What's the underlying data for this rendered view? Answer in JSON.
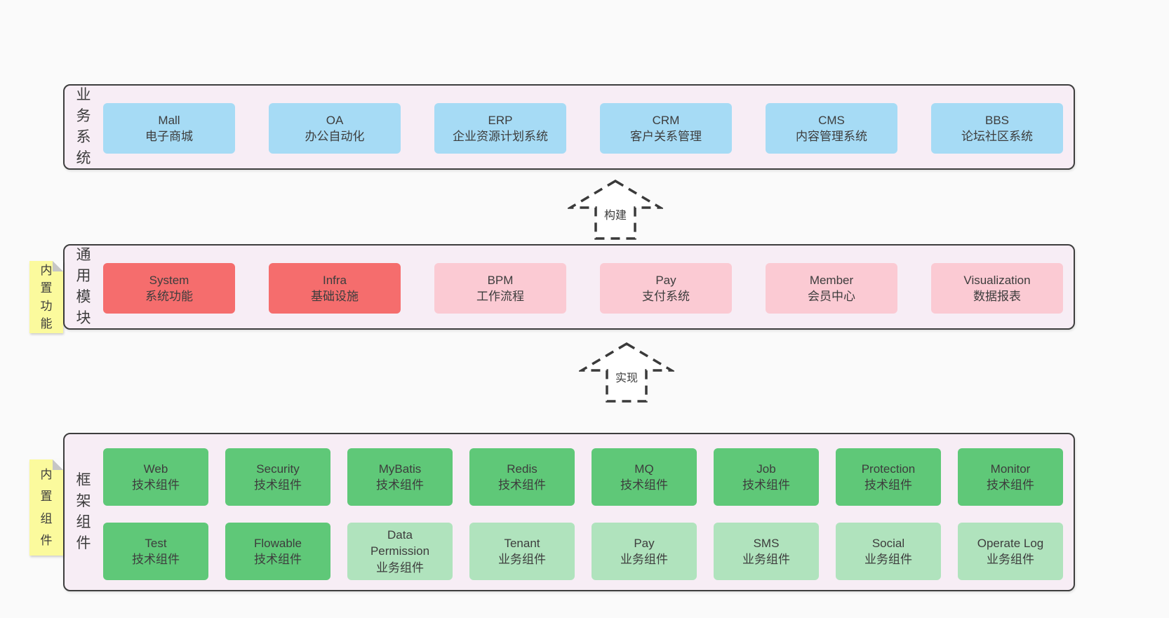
{
  "colors": {
    "page_bg": "#fafafa",
    "layer_bg": "#f7edf5",
    "layer_border": "#3e3e3e",
    "blue_box": "#a6dbf5",
    "red_box": "#f56d6d",
    "pink_box": "#fbcad3",
    "green_box": "#5fc878",
    "light_green_box": "#b0e3bd",
    "sticky_yellow": "#fbfa9d",
    "text": "#3f3f3f"
  },
  "arrows": [
    {
      "label": "构建"
    },
    {
      "label": "实现"
    }
  ],
  "layers": {
    "business": {
      "label": "业务系统",
      "boxes": [
        {
          "title": "Mall",
          "subtitle": "电子商城"
        },
        {
          "title": "OA",
          "subtitle": "办公自动化"
        },
        {
          "title": "ERP",
          "subtitle": "企业资源计划系统"
        },
        {
          "title": "CRM",
          "subtitle": "客户关系管理"
        },
        {
          "title": "CMS",
          "subtitle": "内容管理系统"
        },
        {
          "title": "BBS",
          "subtitle": "论坛社区系统"
        }
      ]
    },
    "modules": {
      "label": "通用模块",
      "sticky": "内置功能",
      "boxes": [
        {
          "title": "System",
          "subtitle": "系统功能"
        },
        {
          "title": "Infra",
          "subtitle": "基础设施"
        },
        {
          "title": "BPM",
          "subtitle": "工作流程"
        },
        {
          "title": "Pay",
          "subtitle": "支付系统"
        },
        {
          "title": "Member",
          "subtitle": "会员中心"
        },
        {
          "title": "Visualization",
          "subtitle": "数据报表"
        }
      ]
    },
    "components": {
      "label": "框架组件",
      "sticky": "内置组件",
      "row1": [
        {
          "title": "Web",
          "subtitle": "技术组件"
        },
        {
          "title": "Security",
          "subtitle": "技术组件"
        },
        {
          "title": "MyBatis",
          "subtitle": "技术组件"
        },
        {
          "title": "Redis",
          "subtitle": "技术组件"
        },
        {
          "title": "MQ",
          "subtitle": "技术组件"
        },
        {
          "title": "Job",
          "subtitle": "技术组件"
        },
        {
          "title": "Protection",
          "subtitle": "技术组件"
        },
        {
          "title": "Monitor",
          "subtitle": "技术组件"
        }
      ],
      "row2": [
        {
          "title": "Test",
          "subtitle": "技术组件"
        },
        {
          "title": "Flowable",
          "subtitle": "技术组件"
        },
        {
          "title": "Data Permission",
          "subtitle": "业务组件"
        },
        {
          "title": "Tenant",
          "subtitle": "业务组件"
        },
        {
          "title": "Pay",
          "subtitle": "业务组件"
        },
        {
          "title": "SMS",
          "subtitle": "业务组件"
        },
        {
          "title": "Social",
          "subtitle": "业务组件"
        },
        {
          "title": "Operate Log",
          "subtitle": "业务组件"
        }
      ]
    }
  }
}
